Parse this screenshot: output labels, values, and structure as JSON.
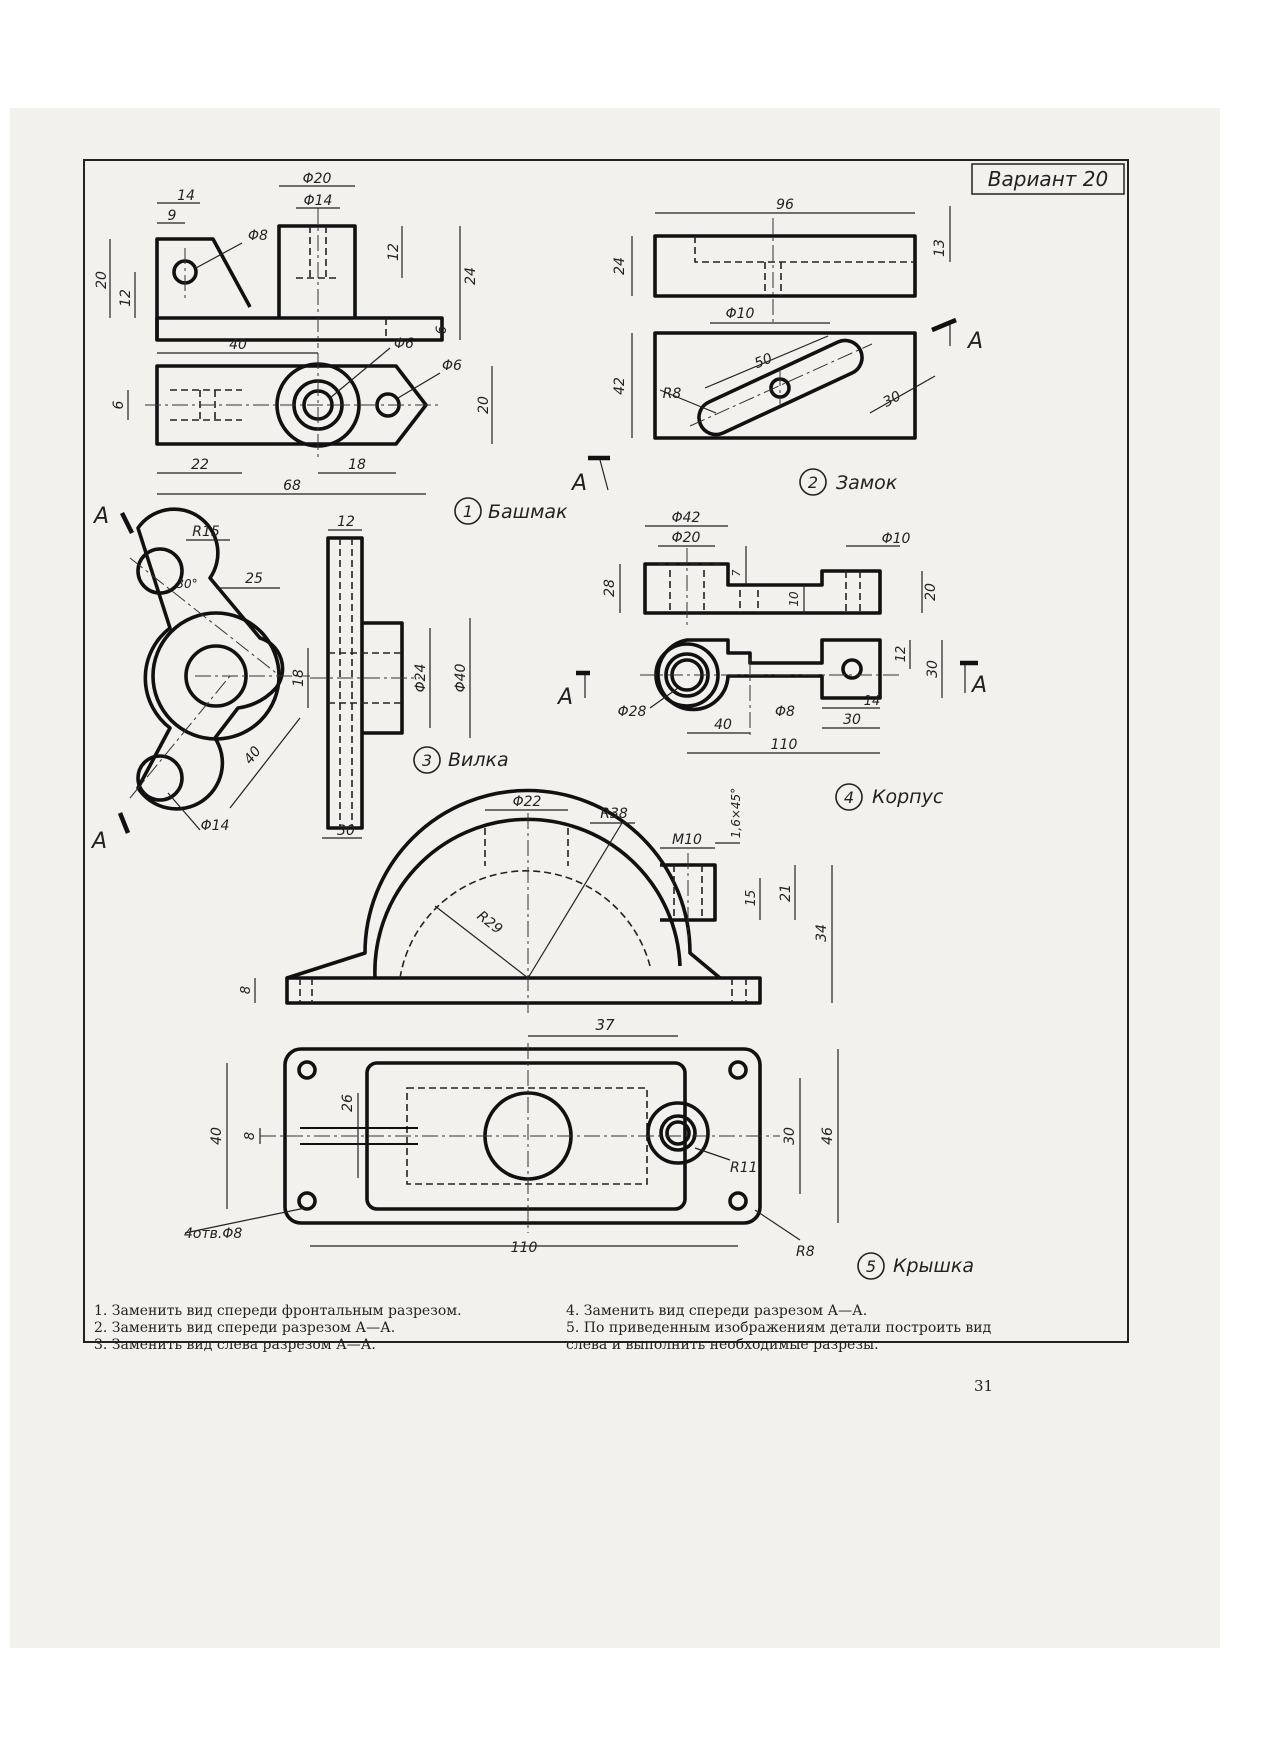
{
  "variant": "Вариант 20",
  "parts": [
    {
      "num": "1",
      "name": "Башмак"
    },
    {
      "num": "2",
      "name": "Замок"
    },
    {
      "num": "3",
      "name": "Вилка"
    },
    {
      "num": "4",
      "name": "Корпус"
    },
    {
      "num": "5",
      "name": "Крышка"
    }
  ],
  "section_marks": {
    "letter": "A"
  },
  "dimensions": {
    "bashmak": [
      "14",
      "9",
      "Φ20",
      "Φ14",
      "Φ8",
      "20",
      "12",
      "12",
      "24",
      "6",
      "40",
      "Φ6",
      "Φ6",
      "6",
      "20",
      "22",
      "18",
      "68"
    ],
    "zamok": [
      "96",
      "24",
      "13",
      "Φ10",
      "42",
      "50",
      "R8",
      "30"
    ],
    "vilka": [
      "R15",
      "30°",
      "25",
      "12",
      "18",
      "Φ24",
      "Φ40",
      "40",
      "Φ14",
      "30"
    ],
    "korpus": [
      "Φ42",
      "Φ20",
      "28",
      "7",
      "10",
      "Φ10",
      "20",
      "12",
      "30",
      "Φ28",
      "Φ8",
      "14",
      "40",
      "30",
      "110"
    ],
    "kryshka": [
      "Φ22",
      "R38",
      "1,6×45°",
      "M10",
      "R29",
      "8",
      "15",
      "21",
      "34",
      "37",
      "26",
      "8",
      "40",
      "30",
      "46",
      "R11",
      "4отв.Φ8",
      "110",
      "R8"
    ]
  },
  "notes_left": [
    "1. Заменить вид спереди фронтальным разрезом.",
    "2. Заменить вид спереди разрезом А—А.",
    "3. Заменить вид слева разрезом А—А."
  ],
  "notes_right": [
    "4. Заменить вид спереди разрезом А—А.",
    "5. По приведенным изображениям детали построить вид слева и выполнить необходимые разрезы."
  ],
  "page_number": "31"
}
